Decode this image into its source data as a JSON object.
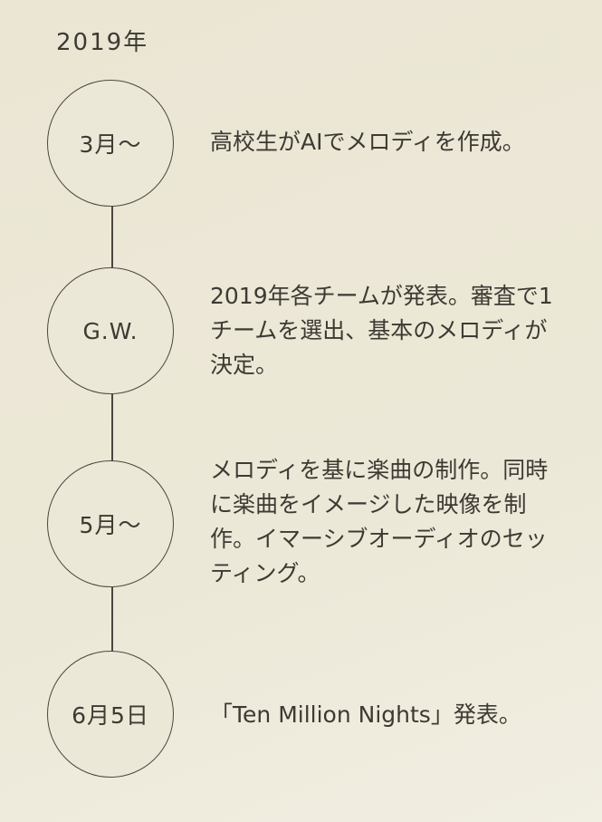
{
  "year": "2019年",
  "events": [
    {
      "date": "3月〜",
      "text": "高校生がAIでメロディを作成。"
    },
    {
      "date": "G.W.",
      "text": "2019年各チームが発表。審査で1チームを選出、基本のメロディが決定。"
    },
    {
      "date": "5月〜",
      "text": "メロディを基に楽曲の制作。同時に楽曲をイメージした映像を制作。イマーシブオーディオのセッティング。"
    },
    {
      "date": "6月5日",
      "text": "「Ten Million Nights」発表。"
    }
  ]
}
